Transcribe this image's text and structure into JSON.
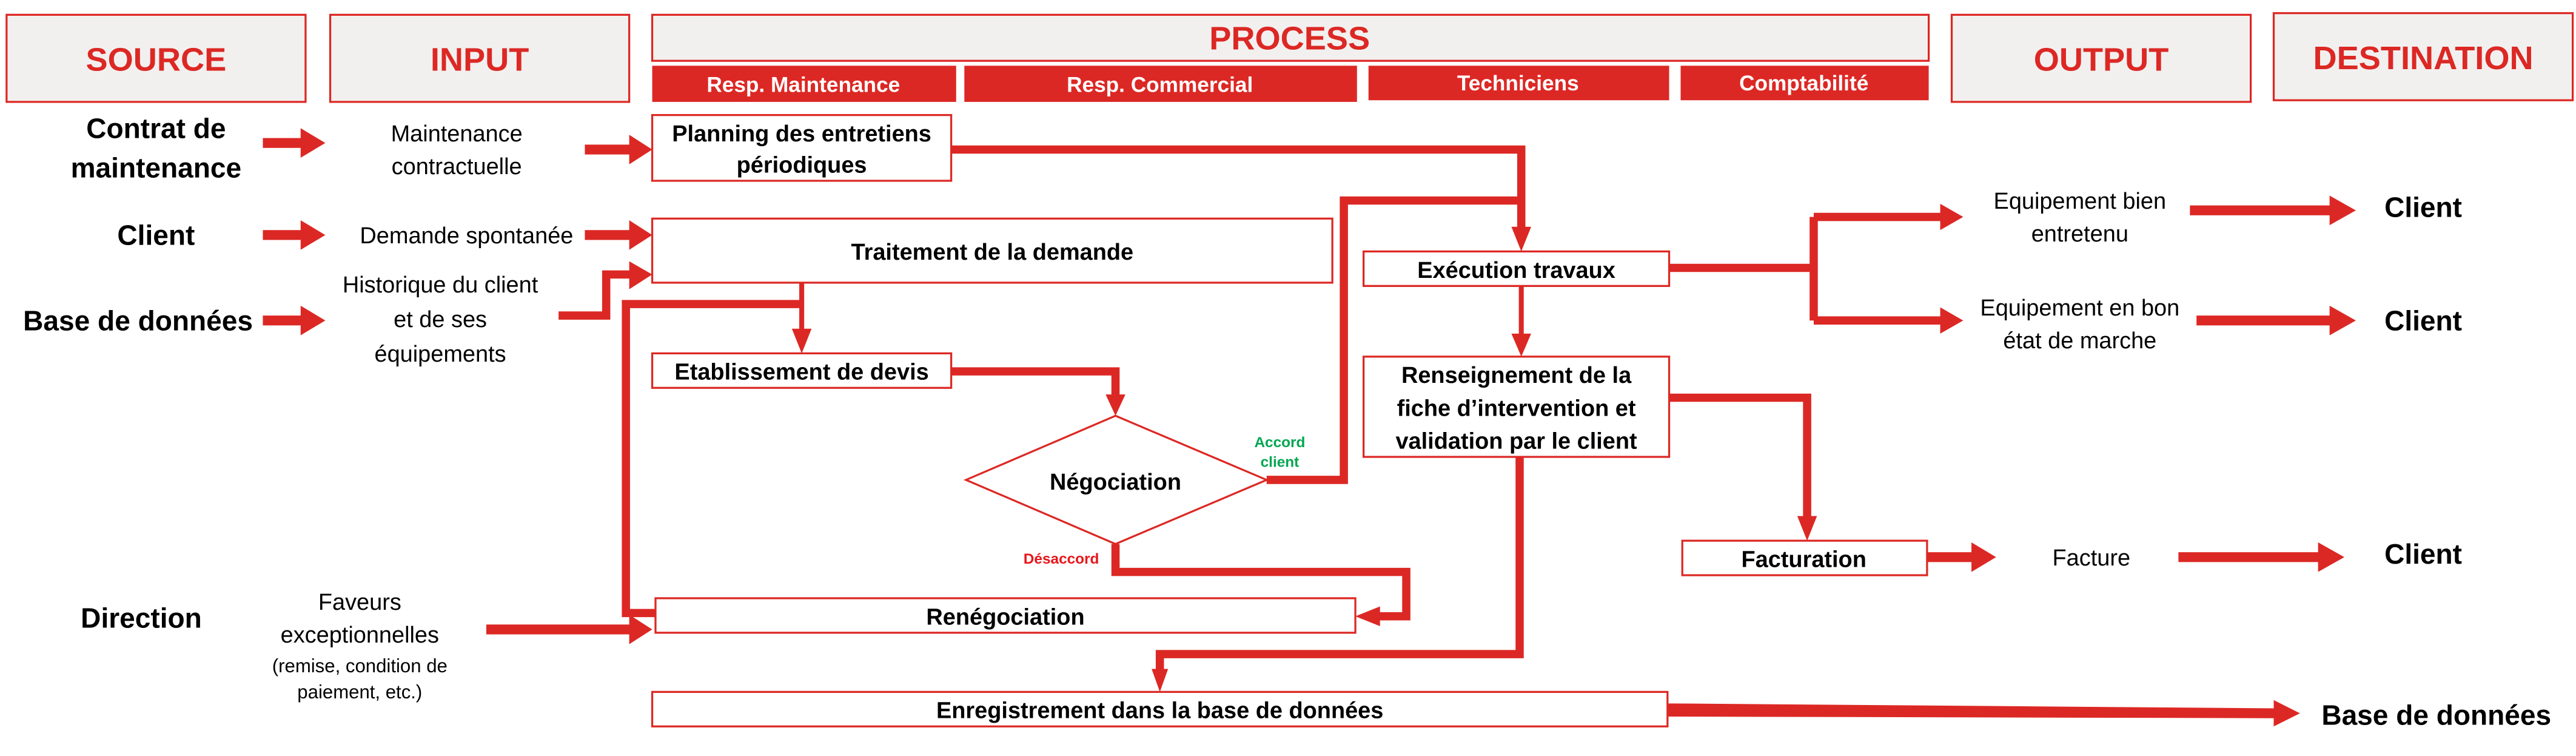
{
  "colors": {
    "accent": "#dc2824",
    "header_fill": "#f2f0ef",
    "accord": "#00a651",
    "desaccord": "#e8161b"
  },
  "headers": {
    "source": "SOURCE",
    "input": "INPUT",
    "process": "PROCESS",
    "output": "OUTPUT",
    "destination": "DESTINATION"
  },
  "lanes": [
    "Resp. Maintenance",
    "Resp. Commercial",
    "Techniciens",
    "Comptabilité"
  ],
  "sources": {
    "contrat": [
      "Contrat de",
      "maintenance"
    ],
    "client": "Client",
    "base": "Base de données",
    "direction": "Direction"
  },
  "inputs": {
    "maintenance": [
      "Maintenance",
      "contractuelle"
    ],
    "demande": "Demande spontanée",
    "historique": [
      "Historique du client",
      "et de ses",
      "équipements"
    ],
    "faveurs": [
      "Faveurs",
      "exceptionnelles"
    ],
    "faveurs_note": [
      "(remise, condition de",
      "paiement, etc.)"
    ]
  },
  "process": {
    "planning": [
      "Planning des entretiens",
      "périodiques"
    ],
    "traitement": "Traitement de la demande",
    "devis": "Etablissement de devis",
    "negociation": "Négociation",
    "renegociation": "Renégociation",
    "enregistrement": "Enregistrement dans la base de données",
    "execution": "Exécution travaux",
    "renseignement": [
      "Renseignement de la",
      "fiche d’intervention et",
      "validation par le client"
    ],
    "facturation": "Facturation",
    "accord_label": [
      "Accord",
      "client"
    ],
    "desaccord_label": "Désaccord"
  },
  "outputs": {
    "equip_entretenu": [
      "Equipement bien",
      "entretenu"
    ],
    "equip_marche": [
      "Equipement en bon",
      "état de marche"
    ],
    "facture": "Facture"
  },
  "destinations": {
    "client1": "Client",
    "client2": "Client",
    "client3": "Client",
    "base": "Base de données"
  }
}
